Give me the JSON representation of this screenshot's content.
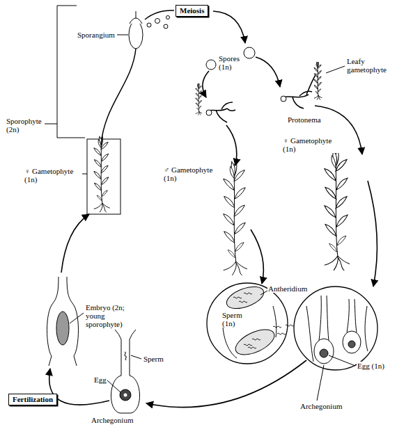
{
  "diagram": {
    "nodes": [
      {
        "text": [
          "Meiosis"
        ]
      },
      {
        "text": [
          "Fertilization"
        ]
      }
    ],
    "labels": [
      "Sporangium",
      "Sporophyte (2n)",
      "Spores (1n)",
      "Leafy gametophyte",
      "Protonema",
      "♀ Gametophyte (1n)",
      "♂ Gametophyte (1n)",
      "♀ Gametophyte (1n)",
      "Antheridium",
      "Sperm (1n)",
      "Embryo (2n; young sporophyte)",
      "Egg (1n)",
      "Archegonium",
      "Sperm",
      "Egg",
      "Archegonium"
    ]
  }
}
